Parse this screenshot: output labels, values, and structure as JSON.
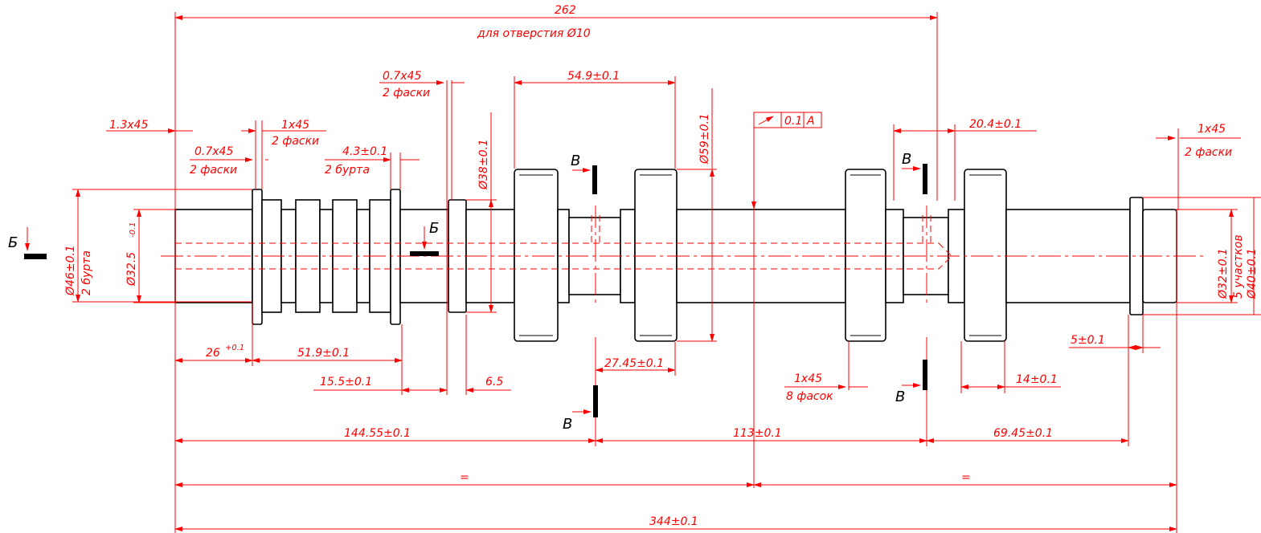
{
  "dimensions": {
    "bore_length": "262",
    "bore_note": "для отверстия Ø10",
    "chamfer_left": "1.3x45",
    "chamfer_07_a": "0.7x45",
    "chamfer_07_a_count": "2 фаски",
    "chamfer_1x45_a": "1x45",
    "chamfer_1x45_a_count": "2 фаски",
    "collar_width": "4.3±0.1",
    "collar_count": "2 бурта",
    "chamfer_07_b": "0.7x45",
    "chamfer_07_b_count": "2 фаски",
    "dia_38": "Ø38±0.1",
    "len_549": "54.9±0.1",
    "dia_59": "Ø59±0.1",
    "runout_value": "0.1",
    "runout_datum": "A",
    "len_204": "20.4±0.1",
    "chamfer_1x45_b": "1x45",
    "chamfer_1x45_b_count": "2 фаски",
    "dia_46": "Ø46±0.1",
    "dia_46_count": "2 бурта",
    "dia_325": "Ø32.5",
    "dia_325_tol": "-0.1",
    "dia_32": "Ø32±0.1",
    "dia_32_count": "5 участков",
    "dia_40": "Ø40±0.1",
    "len_26": "26",
    "len_26_tol": "+0.1",
    "len_519": "51.9±0.1",
    "len_2745": "27.45±0.1",
    "len_155": "15.5±0.1",
    "len_65": "6.5",
    "chamfer_8": "1x45",
    "chamfer_8_count": "8 фасок",
    "len_14": "14±0.1",
    "len_5": "5±0.1",
    "len_14455": "144.55±0.1",
    "len_113": "113±0.1",
    "len_6945": "69.45±0.1",
    "equal_left": "=",
    "equal_right": "=",
    "total_length": "344±0.1"
  },
  "section_marks": {
    "b_left": "Б",
    "b_mid": "Б",
    "v_top_1": "В",
    "v_top_2": "В",
    "v_bottom_1": "В",
    "v_bottom_2": "В"
  }
}
